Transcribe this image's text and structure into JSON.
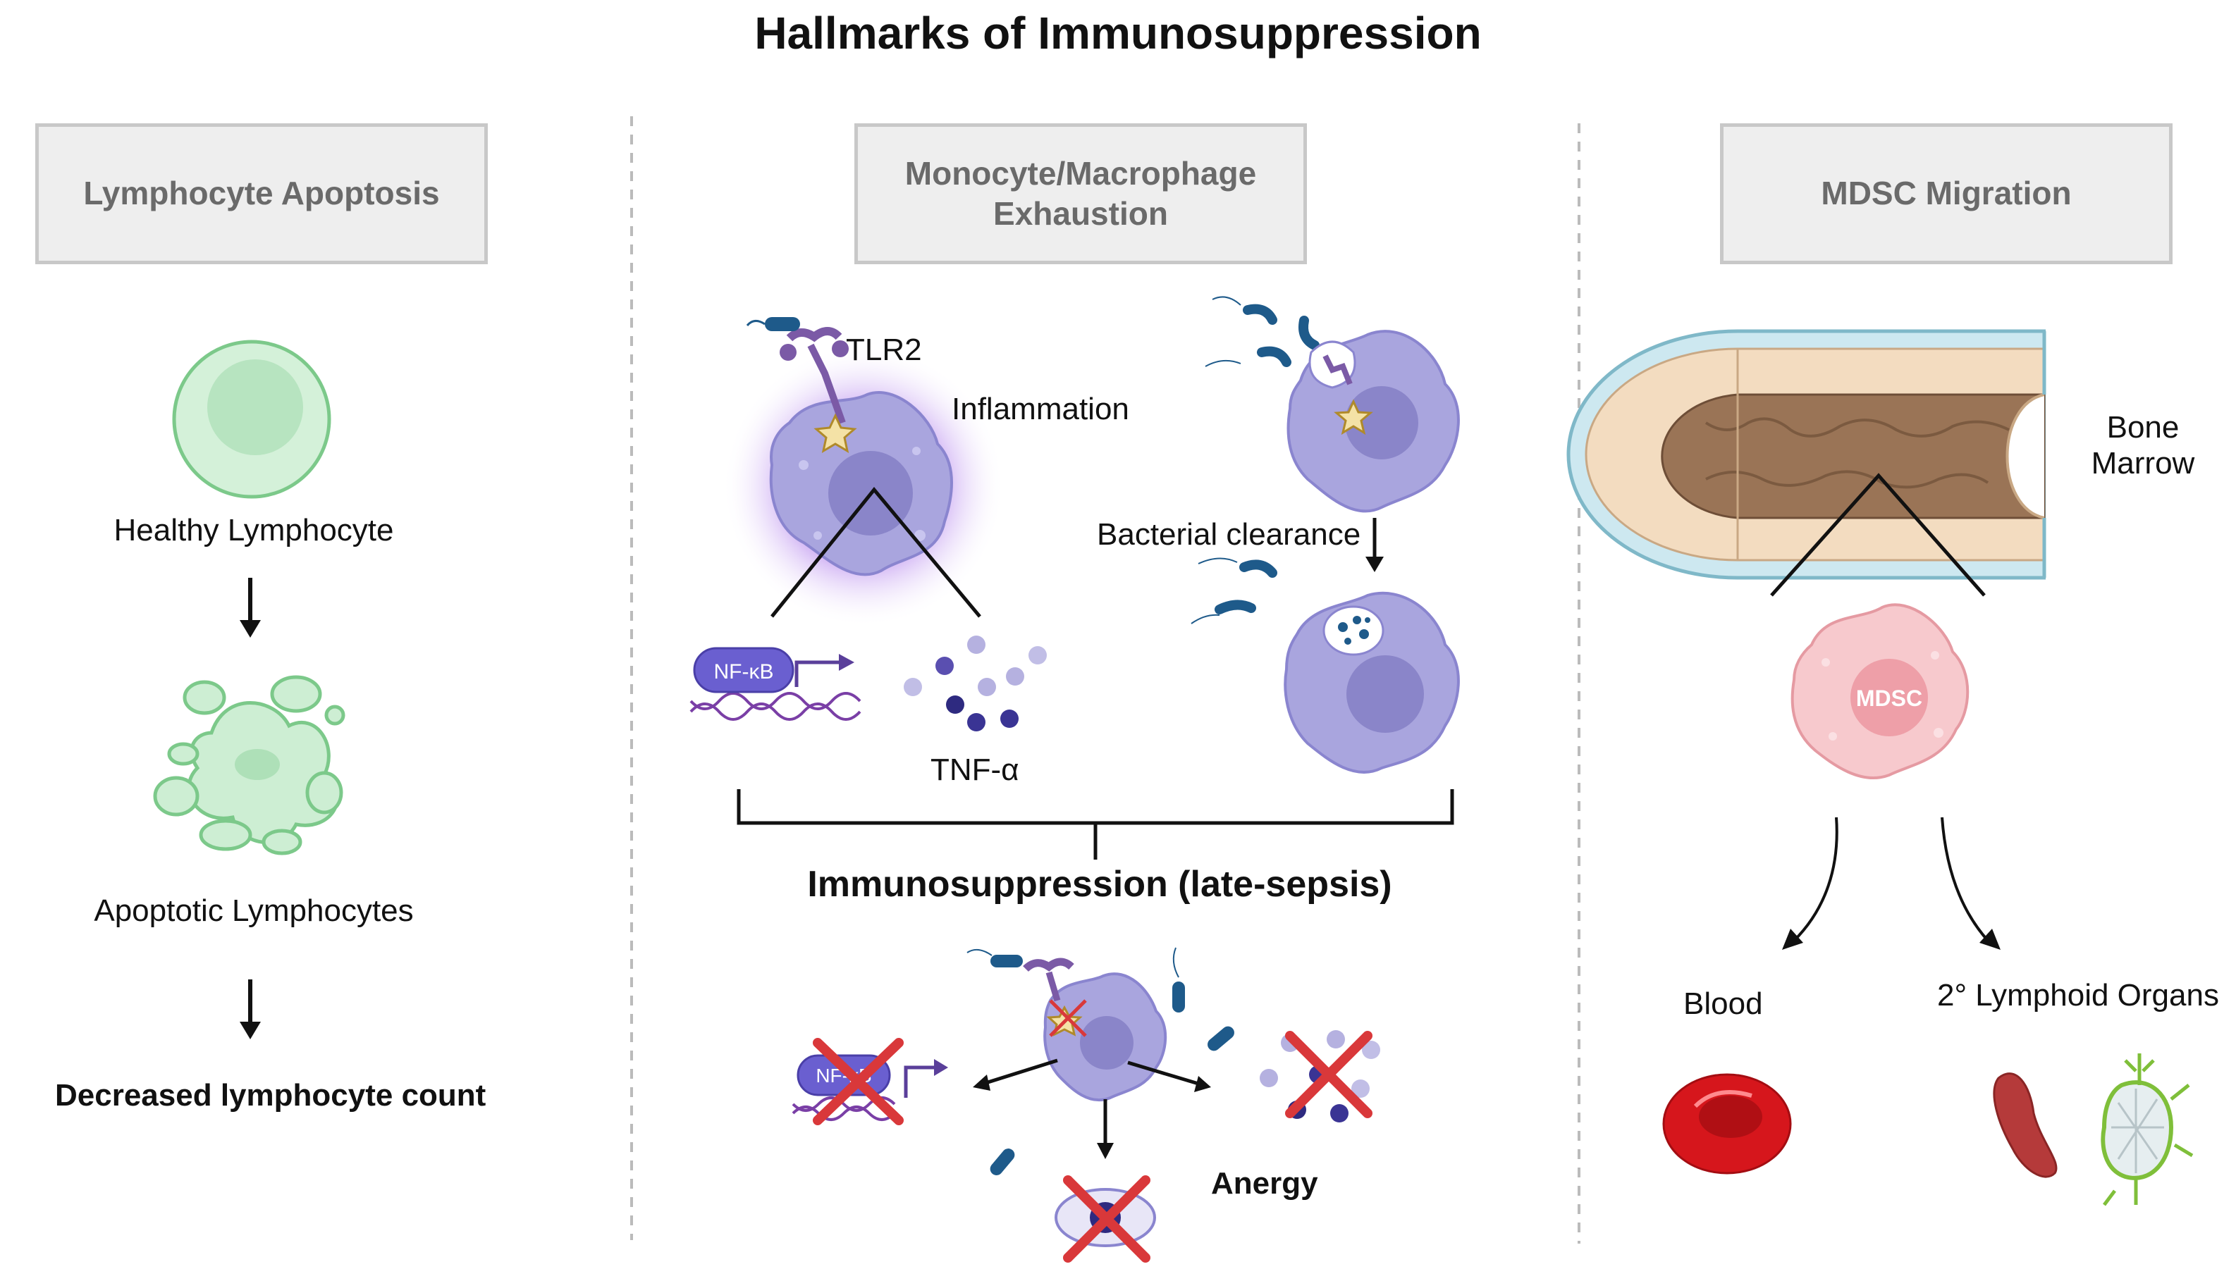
{
  "title": "Hallmarks of Immunosuppression",
  "panels": {
    "left": {
      "header": "Lymphocyte Apoptosis",
      "healthy_label": "Healthy Lymphocyte",
      "apoptotic_label": "Apoptotic Lymphocytes",
      "outcome_label": "Decreased lymphocyte count"
    },
    "middle": {
      "header_line1": "Monocyte/Macrophage",
      "header_line2": "Exhaustion",
      "tlr2_label": "TLR2",
      "inflammation_label": "Inflammation",
      "nfkb_label": "NF-κB",
      "nfkb_crossed_label": "NF-κB",
      "tnf_label": "TNF-α",
      "bacterial_clearance_label": "Bacterial clearance",
      "immunosuppression_label": "Immunosuppression (late-sepsis)",
      "anergy_label": "Anergy"
    },
    "right": {
      "header": "MDSC Migration",
      "bone_marrow_line1": "Bone",
      "bone_marrow_line2": "Marrow",
      "mdsc_label": "MDSC",
      "blood_label": "Blood",
      "lymphoid_label": "2° Lymphoid Organs"
    }
  },
  "colors": {
    "cell_purple": "#a7a3dc",
    "nucleus_purple": "#8782c8",
    "lymphocyte_green": "#cdeed3",
    "mdsc_pink": "#f6c8cc",
    "cross_red": "#d9383a",
    "rbc_red": "#d6161c",
    "bone_brown": "#9a7456",
    "header_gray": "#eeeeee"
  },
  "icons": [
    "lymphocyte-icon",
    "apoptotic-cell-icon",
    "macrophage-icon",
    "bacterium-icon",
    "tlr2-receptor-icon",
    "dna-icon",
    "bone-icon",
    "mdsc-cell-icon",
    "red-blood-cell-icon",
    "spleen-icon",
    "lymph-node-icon",
    "red-cross-icon"
  ]
}
